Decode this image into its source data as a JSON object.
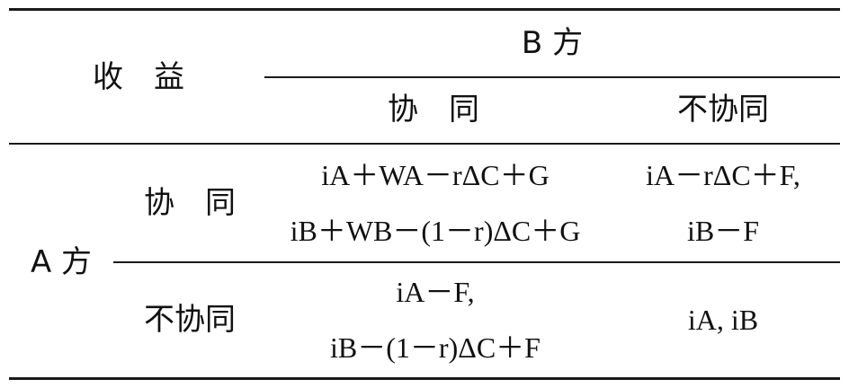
{
  "header": {
    "payoff_label": "收　益",
    "col_group_label": "B 方",
    "col_cooperate": "协　同",
    "col_not_cooperate": "不协同"
  },
  "rows": {
    "row_group_label": "A 方",
    "row_cooperate": "协　同",
    "row_not_cooperate": "不协同"
  },
  "cells": {
    "cc": [
      "iA＋WA－rΔC＋G",
      "iB＋WB－(1－r)ΔC＋G"
    ],
    "cn": [
      "iA－rΔC＋F,",
      "iB－F"
    ],
    "nc": [
      "iA－F,",
      "iB－(1－r)ΔC＋F"
    ],
    "nn": [
      "iA, iB"
    ]
  }
}
